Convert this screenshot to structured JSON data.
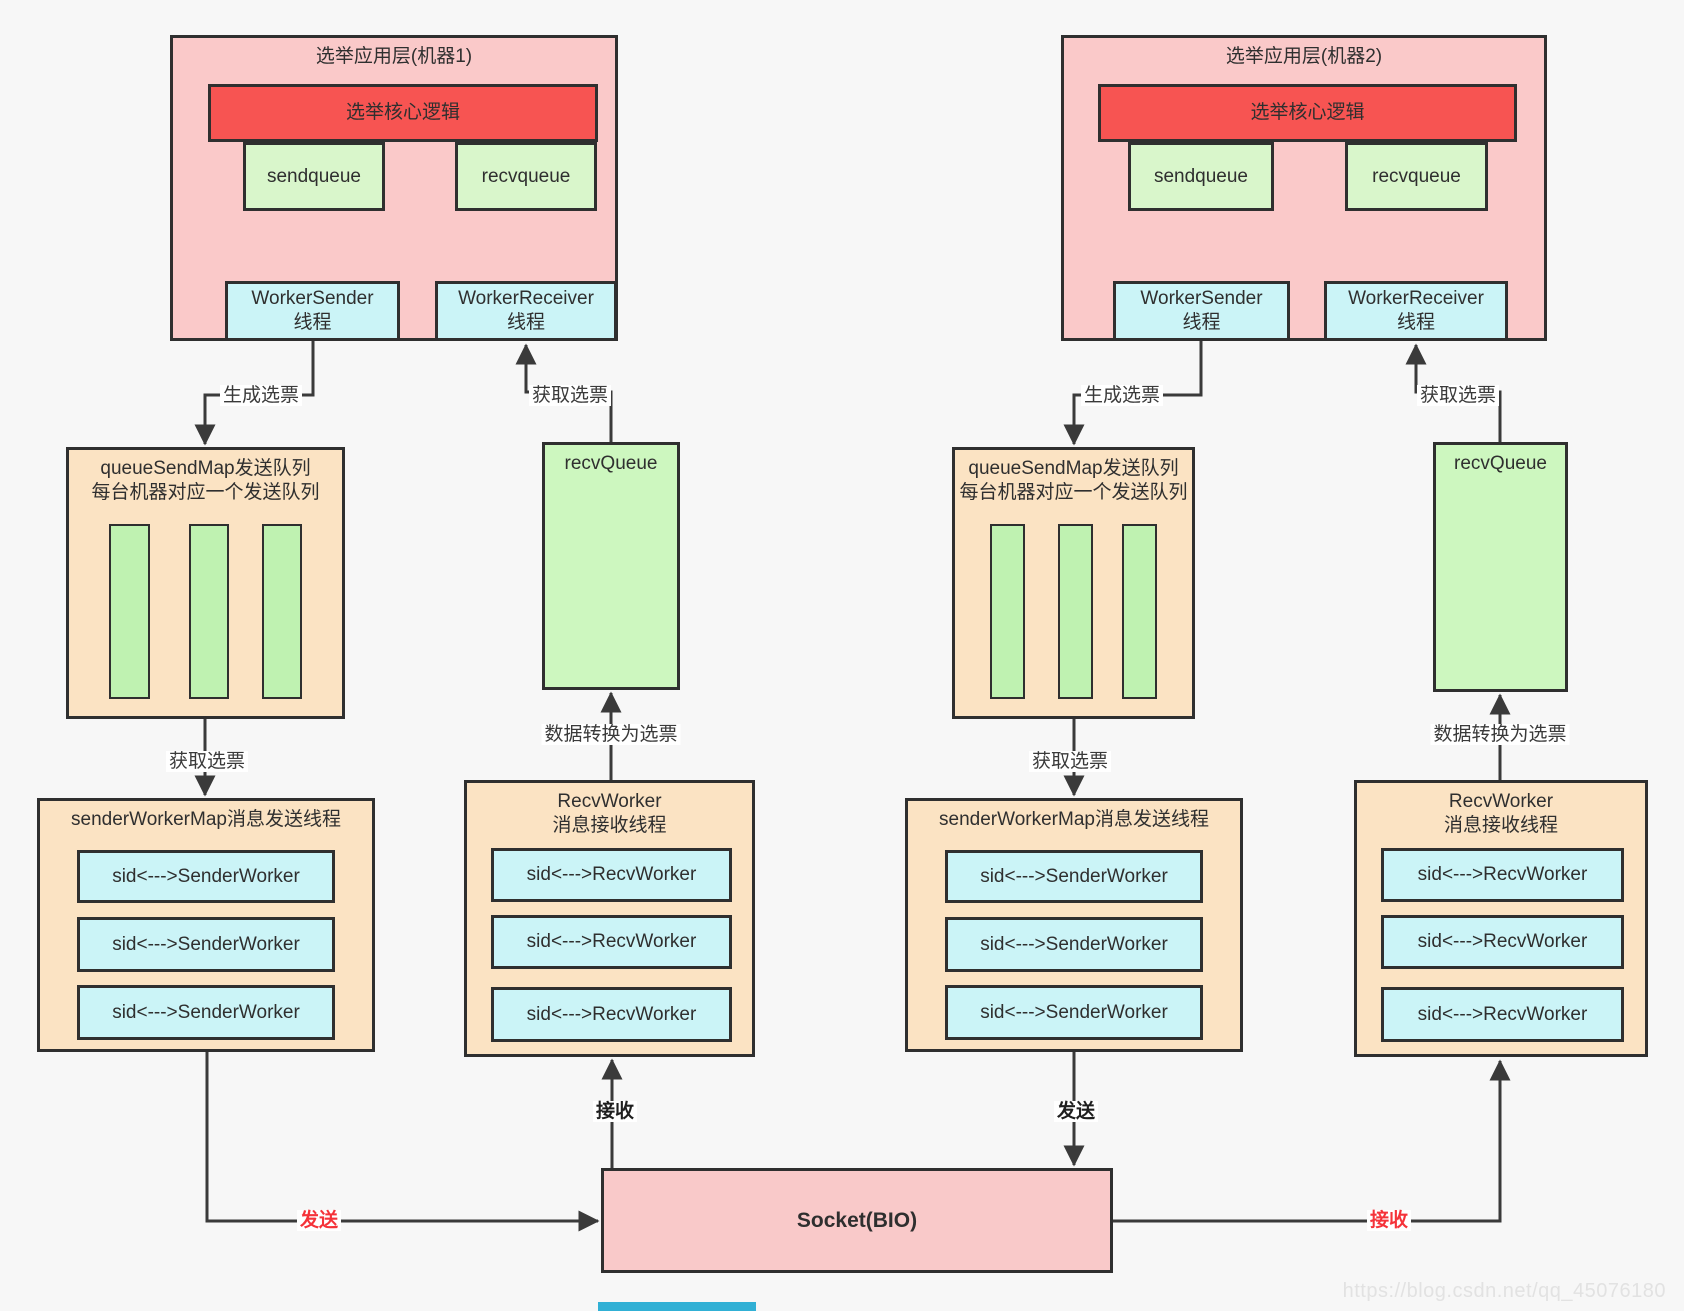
{
  "machines": {
    "m1": {
      "title": "选举应用层(机器1)"
    },
    "m2": {
      "title": "选举应用层(机器2)"
    }
  },
  "boxes": {
    "core_logic": "选举核心逻辑",
    "sendqueue": "sendqueue",
    "recvqueue": "recvqueue",
    "worker_sender": "WorkerSender",
    "worker_receiver": "WorkerReceiver",
    "thread_suffix": "线程",
    "queue_send_map_title_line1": "queueSendMap发送队列",
    "queue_send_map_title_line2": "每台机器对应一个发送队列",
    "recv_queue": "recvQueue",
    "sender_worker_map_title": "senderWorkerMap消息发送线程",
    "sender_worker_row": "sid<--->SenderWorker",
    "recv_worker_title_line1": "RecvWorker",
    "recv_worker_title_line2": "消息接收线程",
    "recv_worker_row": "sid<--->RecvWorker",
    "socket": "Socket(BIO)"
  },
  "labels": {
    "generate_vote": "生成选票",
    "get_vote": "获取选票",
    "data_to_vote": "数据转换为选票",
    "send_black": "发送",
    "recv_black": "接收",
    "send_red": "发送",
    "recv_red": "接收"
  },
  "colors": {
    "page_bg": "#f7f7f7",
    "container_pink": "#fac9c9",
    "core_red": "#f75452",
    "queue_green": "#d9f6cb",
    "big_green": "#cdf7bf",
    "bar_green": "#bff2b1",
    "thread_cyan": "#cbf4f7",
    "map_orange": "#fbe3c3",
    "socket_pink": "#f9c9c9",
    "line_dark": "#3a3a3a",
    "label_red": "#f5333a",
    "bottom_strip_blue": "#31b0d5"
  },
  "watermark": "https://blog.csdn.net/qq_45076180"
}
